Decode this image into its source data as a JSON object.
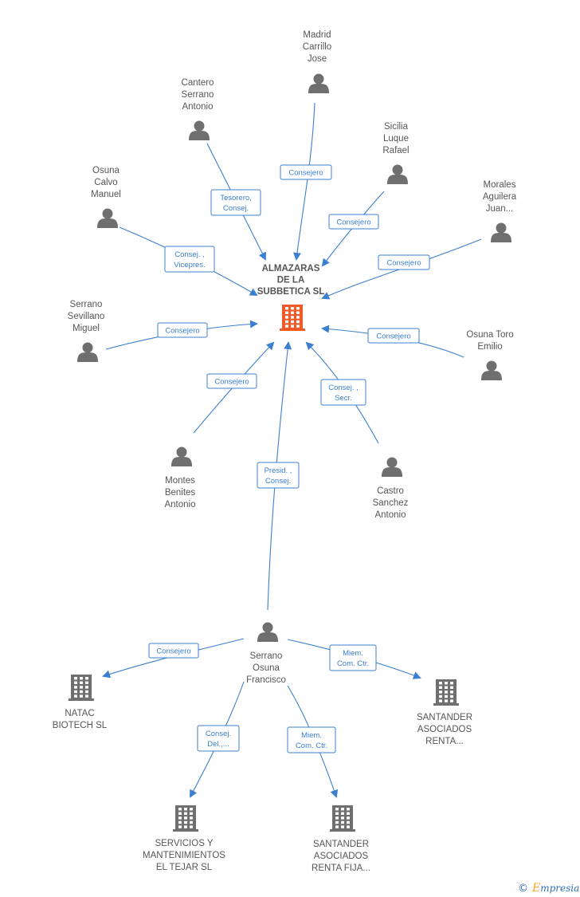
{
  "colors": {
    "person": "#6f6f6f",
    "company": "#6f6f6f",
    "center": "#f05a28",
    "edge": "#3b7fd0",
    "label": "#555555",
    "brand_accent": "#f5a623",
    "brand_text": "#2f6db5"
  },
  "center": {
    "name_lines": [
      "ALMAZARAS",
      "DE LA",
      "SUBBETICA SL"
    ],
    "icon": "building-icon"
  },
  "nodes": [
    {
      "id": "madrid",
      "type": "person",
      "icon": "person-icon",
      "label_lines": [
        "Madrid",
        "Carrillo",
        "Jose"
      ]
    },
    {
      "id": "cantero",
      "type": "person",
      "icon": "person-icon",
      "label_lines": [
        "Cantero",
        "Serrano",
        "Antonio"
      ]
    },
    {
      "id": "sicilia",
      "type": "person",
      "icon": "person-icon",
      "label_lines": [
        "Sicilia",
        "Luque",
        "Rafael"
      ]
    },
    {
      "id": "osuna_calvo",
      "type": "person",
      "icon": "person-icon",
      "label_lines": [
        "Osuna",
        "Calvo",
        "Manuel"
      ]
    },
    {
      "id": "morales",
      "type": "person",
      "icon": "person-icon",
      "label_lines": [
        "Morales",
        "Aguilera",
        "Juan..."
      ]
    },
    {
      "id": "serrano_sevillano",
      "type": "person",
      "icon": "person-icon",
      "label_lines": [
        "Serrano",
        "Sevillano",
        "Miguel"
      ]
    },
    {
      "id": "osuna_toro",
      "type": "person",
      "icon": "person-icon",
      "label_lines": [
        "Osuna Toro",
        "Emilio"
      ]
    },
    {
      "id": "montes",
      "type": "person",
      "icon": "person-icon",
      "label_lines": [
        "Montes",
        "Benites",
        "Antonio"
      ]
    },
    {
      "id": "castro",
      "type": "person",
      "icon": "person-icon",
      "label_lines": [
        "Castro",
        "Sanchez",
        "Antonio"
      ]
    },
    {
      "id": "serrano_osuna",
      "type": "person",
      "icon": "person-icon",
      "label_lines": [
        "Serrano",
        "Osuna",
        "Francisco"
      ]
    },
    {
      "id": "natac",
      "type": "company",
      "icon": "building-icon",
      "label_lines": [
        "NATAC",
        "BIOTECH SL"
      ]
    },
    {
      "id": "santander1",
      "type": "company",
      "icon": "building-icon",
      "label_lines": [
        "SANTANDER",
        "ASOCIADOS",
        "RENTA..."
      ]
    },
    {
      "id": "servicios",
      "type": "company",
      "icon": "building-icon",
      "label_lines": [
        "SERVICIOS Y",
        "MANTENIMIENTOS",
        "EL TEJAR SL"
      ]
    },
    {
      "id": "santander2",
      "type": "company",
      "icon": "building-icon",
      "label_lines": [
        "SANTANDER",
        "ASOCIADOS",
        "RENTA FIJA..."
      ]
    }
  ],
  "edges": [
    {
      "from": "madrid",
      "to": "center",
      "label_lines": [
        "Consejero"
      ]
    },
    {
      "from": "cantero",
      "to": "center",
      "label_lines": [
        "Tesorero,",
        "Consej."
      ]
    },
    {
      "from": "sicilia",
      "to": "center",
      "label_lines": [
        "Consejero"
      ]
    },
    {
      "from": "osuna_calvo",
      "to": "center",
      "label_lines": [
        "Consej. ,",
        "Vicepres."
      ]
    },
    {
      "from": "morales",
      "to": "center",
      "label_lines": [
        "Consejero"
      ]
    },
    {
      "from": "serrano_sevillano",
      "to": "center",
      "label_lines": [
        "Consejero"
      ]
    },
    {
      "from": "osuna_toro",
      "to": "center",
      "label_lines": [
        "Consejero"
      ]
    },
    {
      "from": "montes",
      "to": "center",
      "label_lines": [
        "Consejero"
      ]
    },
    {
      "from": "castro",
      "to": "center",
      "label_lines": [
        "Consej. ,",
        "Secr."
      ]
    },
    {
      "from": "serrano_osuna",
      "to": "center",
      "label_lines": [
        "Presid. ,",
        "Consej."
      ]
    },
    {
      "from": "serrano_osuna",
      "to": "natac",
      "label_lines": [
        "Consejero"
      ]
    },
    {
      "from": "serrano_osuna",
      "to": "santander1",
      "label_lines": [
        "Miem.",
        "Com. Ctr."
      ]
    },
    {
      "from": "serrano_osuna",
      "to": "servicios",
      "label_lines": [
        "Consej.",
        "Del.,..."
      ]
    },
    {
      "from": "serrano_osuna",
      "to": "santander2",
      "label_lines": [
        "Miem.",
        "Com. Ctr."
      ]
    }
  ],
  "footer": {
    "copyright_symbol": "©",
    "brand_initial": "E",
    "brand_rest": "mpresia"
  }
}
